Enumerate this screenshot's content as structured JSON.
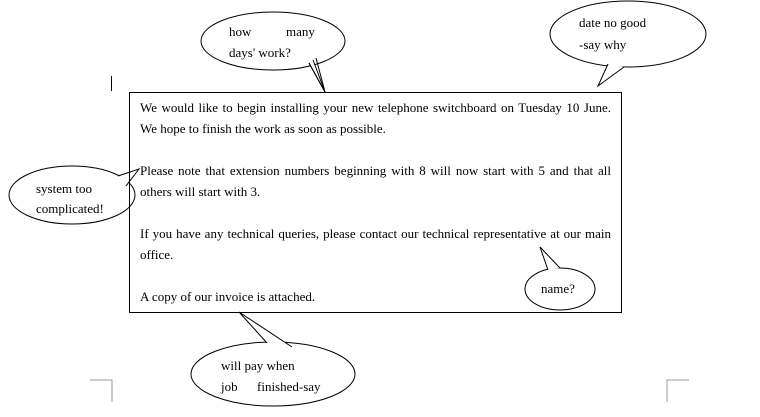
{
  "letter": {
    "paragraphs": [
      "We would like to begin installing your new telephone switchboard on Tuesday 10 June. We hope to finish the work as soon as possible.",
      "Please note that extension numbers beginning with 8 will now start with 5 and that all others will start with 3.",
      "If you have any technical queries, please contact our technical representative at our main office.",
      "A copy of our invoice is attached."
    ]
  },
  "comments": {
    "days": {
      "line1a": "how",
      "line1b": "many",
      "line2": "days' work?"
    },
    "date": {
      "line1": "date no good",
      "line2": "-say why"
    },
    "system": {
      "line1": "system too",
      "line2": "complicated!"
    },
    "name": {
      "line1": "name?"
    },
    "pay": {
      "line1": "will pay when",
      "line2a": "job",
      "line2b": "finished-say"
    }
  }
}
